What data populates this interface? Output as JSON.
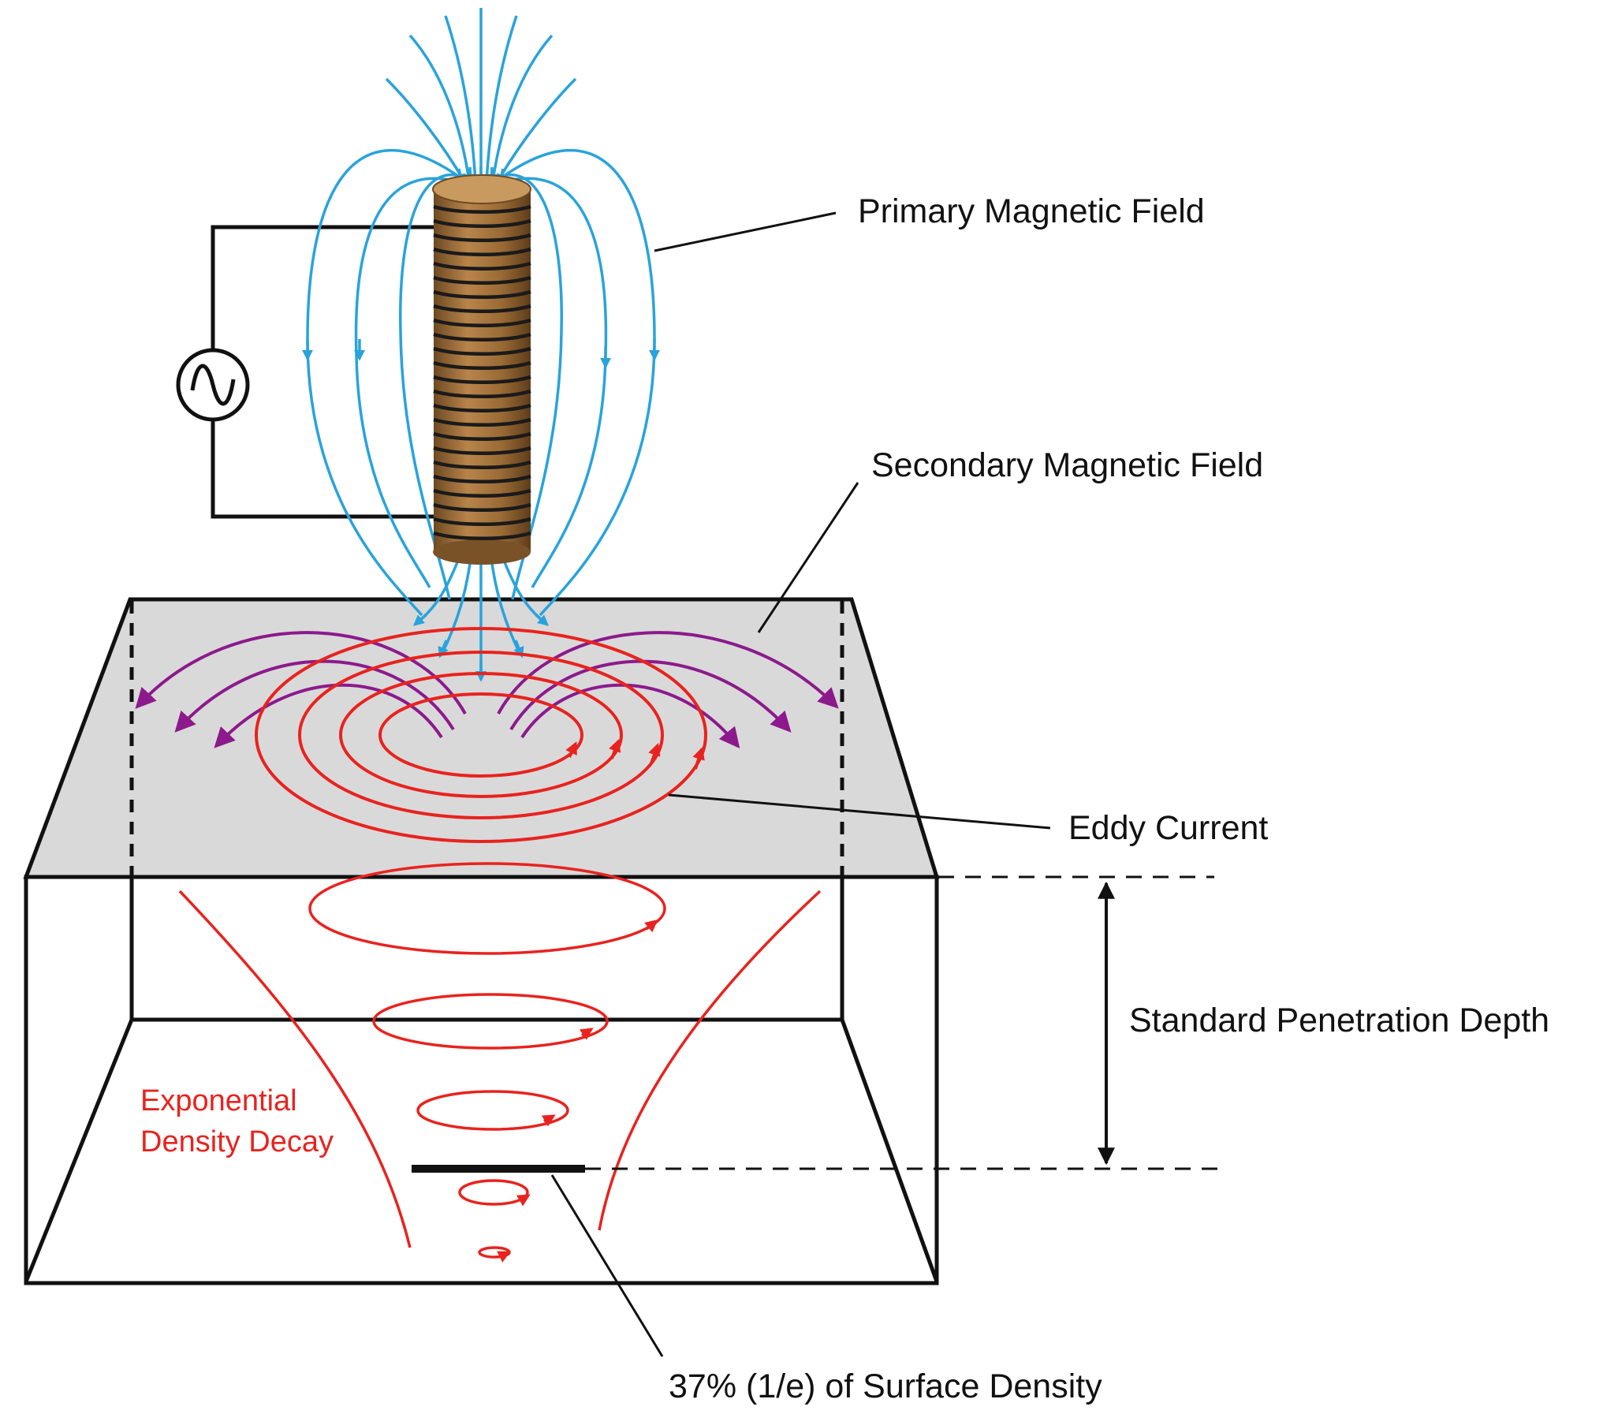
{
  "labels": {
    "primary_field": "Primary Magnetic Field",
    "secondary_field": "Secondary Magnetic Field",
    "eddy_current": "Eddy Current",
    "penetration_depth": "Standard Penetration Depth",
    "decay_line1": "Exponential",
    "decay_line2": "Density Decay",
    "surface_density": "37% (1/e) of Surface Density"
  },
  "colors": {
    "primary_field": "#29a3dc",
    "secondary_field": "#8c1a8c",
    "eddy_current": "#e8231f",
    "coil": "#a0703a",
    "surface": "#d9d9d9",
    "outline": "#111111"
  },
  "icons": {
    "source": "ac-source-icon"
  }
}
